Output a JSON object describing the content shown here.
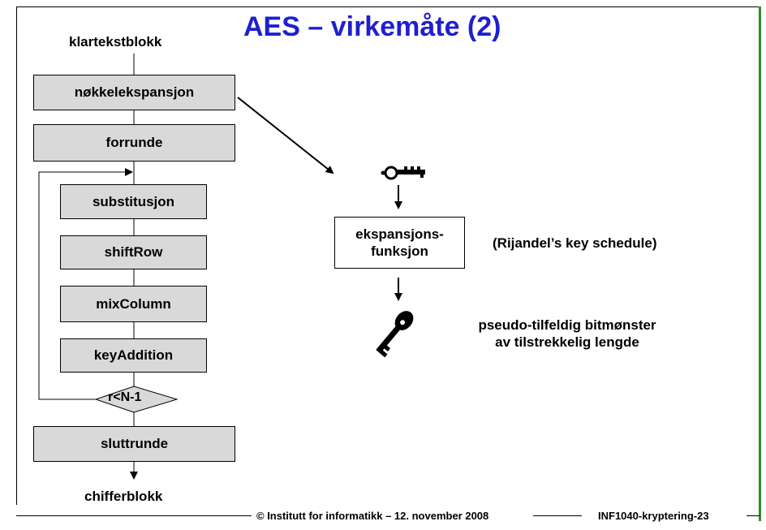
{
  "title": "AES – virkemåte (2)",
  "flow": {
    "input_label": "klartekstblokk",
    "key_expansion": "nøkkelekspansjon",
    "pre_round": "forrunde",
    "round_steps": [
      "substitusjon",
      "shiftRow",
      "mixColumn",
      "keyAddition"
    ],
    "loop_condition": "r<N-1",
    "final_round": "sluttrunde",
    "output_label": "chifferblokk"
  },
  "key_expansion_detail": {
    "function_line1": "ekspansjons-",
    "function_line2": "funksjon",
    "note": "(Rijandel’s key schedule)",
    "result_line1": "pseudo-tilfeldig bitmønster",
    "result_line2": "av tilstrekkelig lengde"
  },
  "footer": {
    "left": "© Institutt for informatikk – 12. november 2008",
    "right": "INF1040-kryptering-23"
  },
  "colors": {
    "title": "#1f1fd0",
    "box_fill": "#d9d9d9",
    "frame_accent": "#2e8b2e"
  }
}
